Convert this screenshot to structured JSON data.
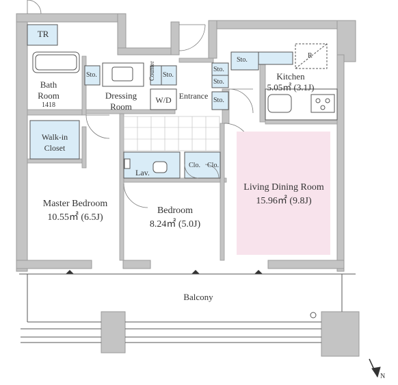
{
  "rooms": {
    "tr": "TR",
    "bath_room": [
      "Bath",
      "Room"
    ],
    "bath_size": "1418",
    "dressing_room": [
      "Dressing",
      "Room"
    ],
    "walk_in_closet": [
      "Walk-in",
      "Closet"
    ],
    "master_bedroom": {
      "name": "Master Bedroom",
      "area": "10.55㎡",
      "jo": "(6.5J)"
    },
    "bedroom": {
      "name": "Bedroom",
      "area": "8.24㎡",
      "jo": "(5.0J)"
    },
    "living": {
      "name": "Living Dining Room",
      "area": "15.96㎡",
      "jo": "(9.8J)"
    },
    "kitchen": {
      "name": "Kitchen",
      "area": "5.05㎡",
      "jo": "(3.1J)"
    },
    "entrance": "Entrance",
    "wd": "W/D",
    "lav": "Lav.",
    "clo_1": "Clo.",
    "clo_2": "Clo.",
    "sto": "Sto.",
    "counter": "Counter",
    "refrigerator": "R",
    "balcony": "Balcony",
    "north": "N"
  },
  "colors": {
    "wall": "#c4c4c4",
    "wall_edge": "#9a9a9a",
    "storage_fill": "#d9ecf7",
    "living_fill": "#f8e3ec",
    "line": "#555555"
  }
}
